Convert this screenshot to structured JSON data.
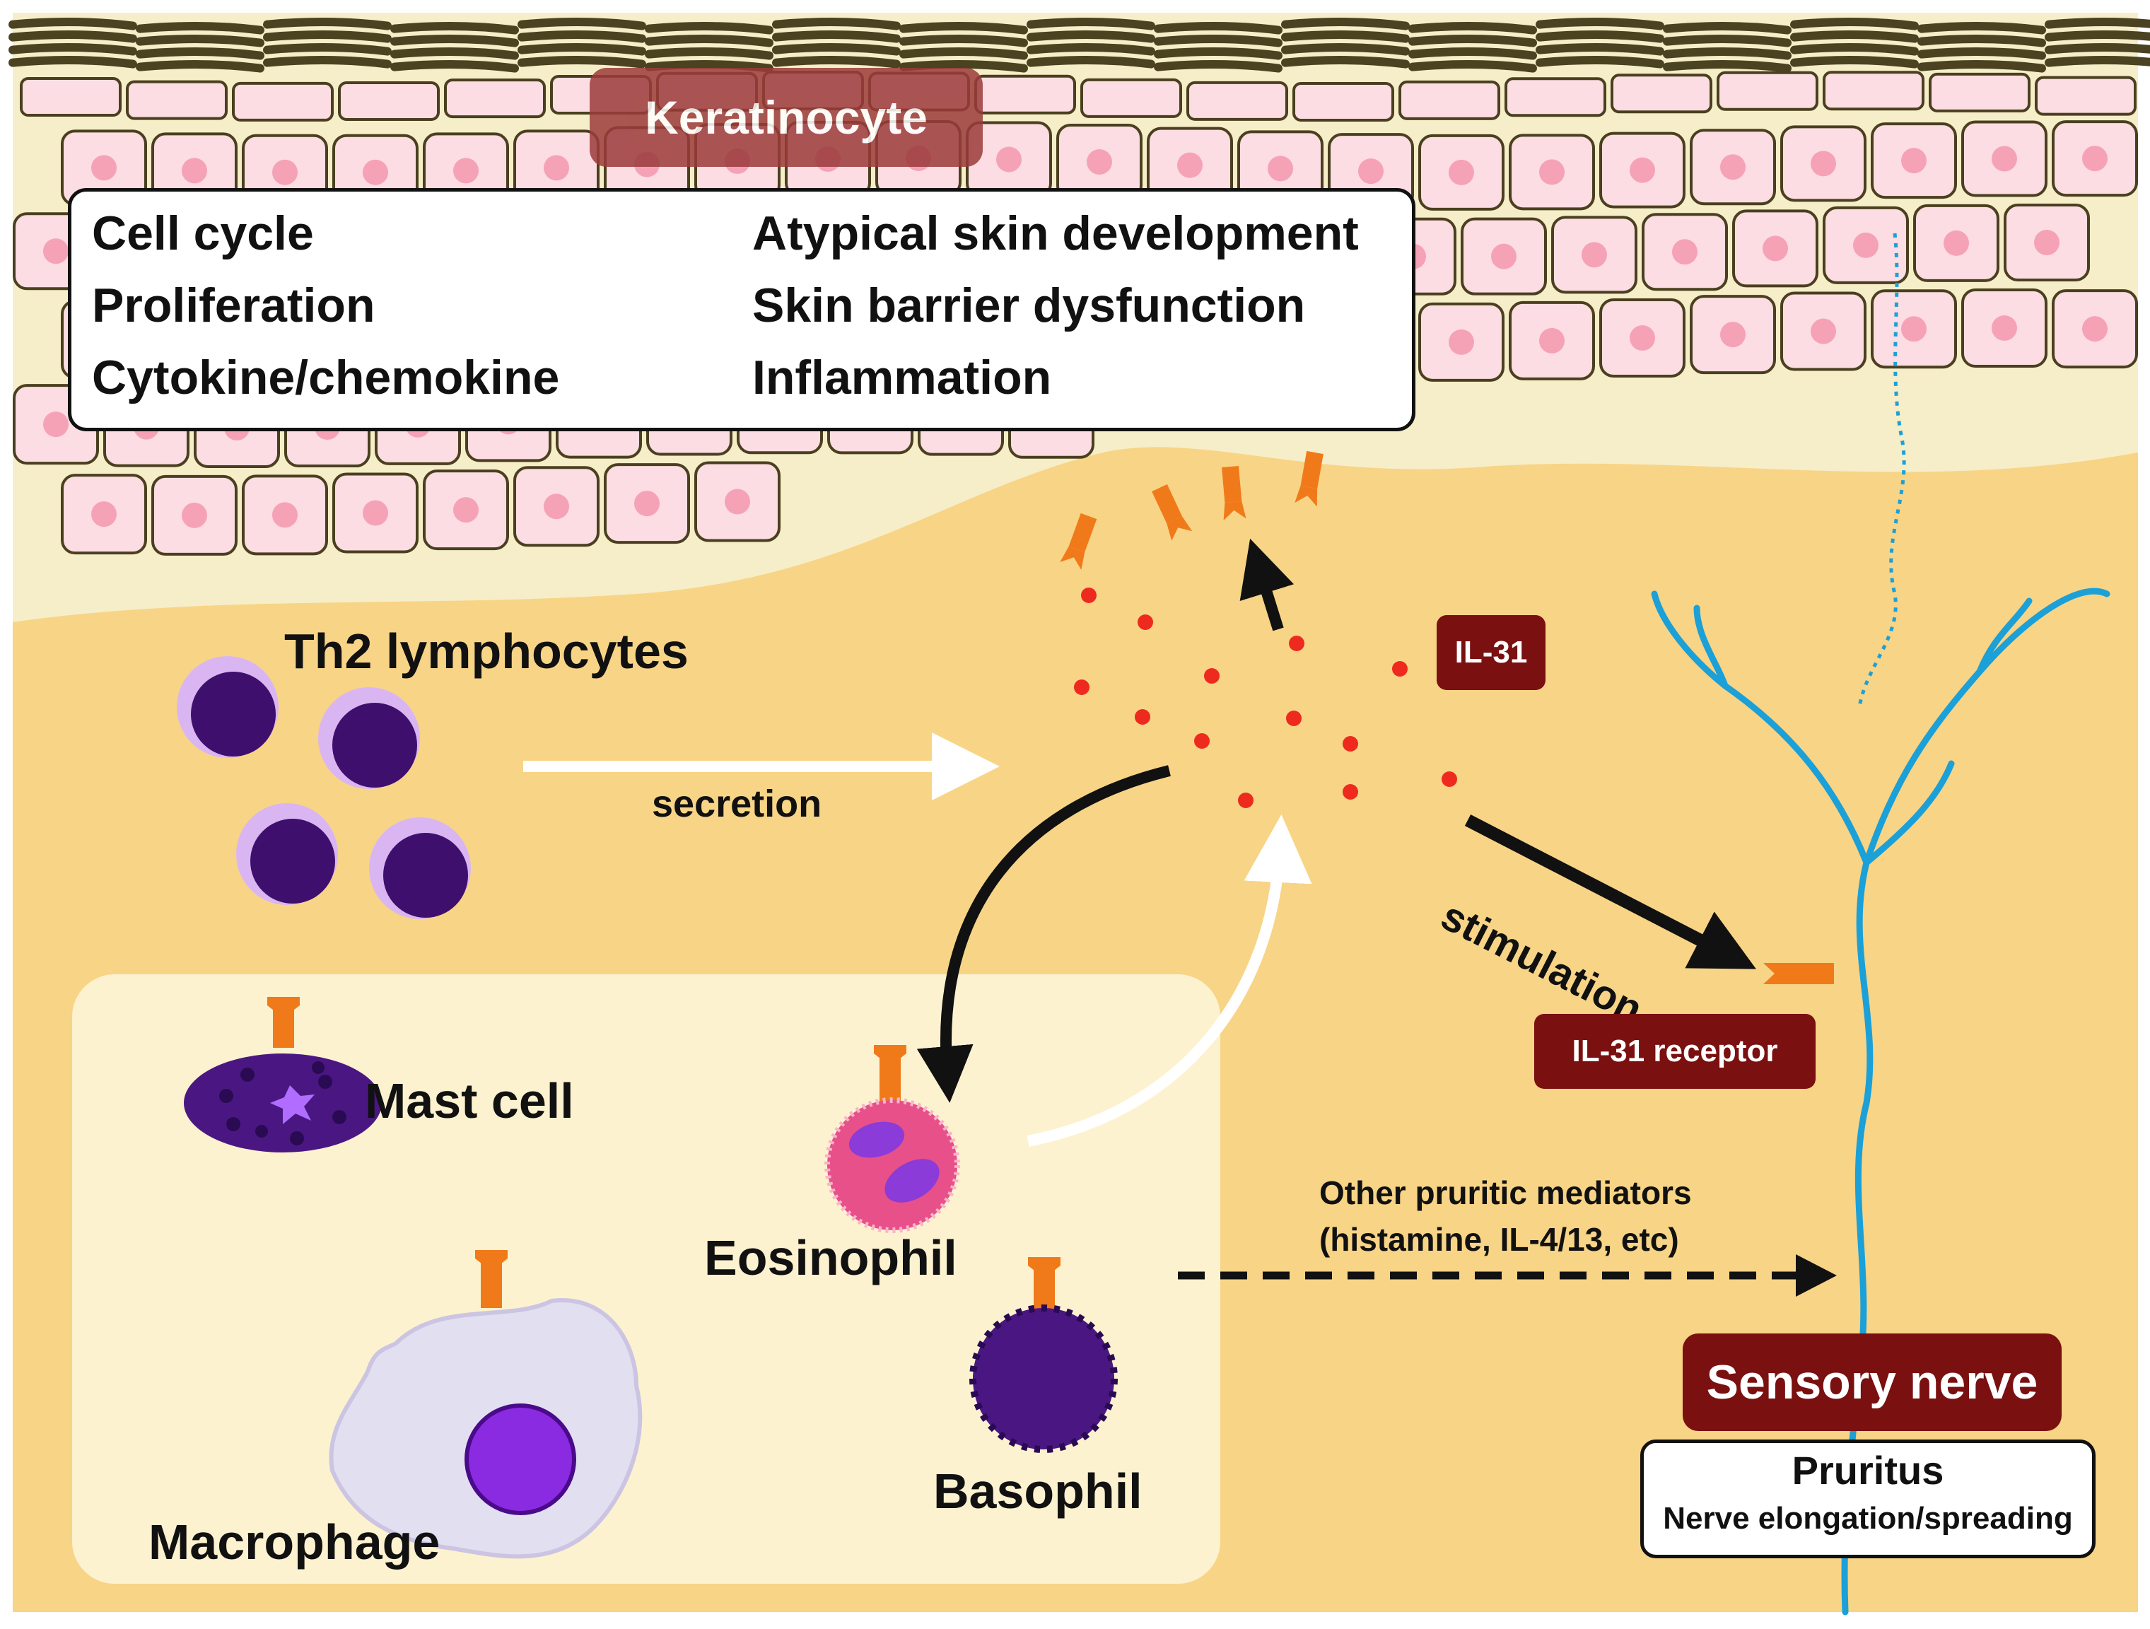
{
  "title_badge": "Keratinocyte",
  "effects_box": {
    "causes": [
      "Cell cycle",
      "Proliferation",
      "Cytokine/chemokine"
    ],
    "outcomes": [
      "Atypical skin development",
      "Skin barrier dysfunction",
      "Inflammation"
    ]
  },
  "labels": {
    "th2": "Th2 lymphocytes",
    "secretion": "secretion",
    "il31": "IL-31",
    "stimulation": "stimulation",
    "il31_receptor": "IL-31 receptor",
    "mast_cell": "Mast cell",
    "eosinophil": "Eosinophil",
    "macrophage": "Macrophage",
    "basophil": "Basophil",
    "other_mediators_line1": "Other pruritic mediators",
    "other_mediators_line2": "(histamine, IL-4/13, etc)",
    "sensory_nerve": "Sensory nerve",
    "pruritus": "Pruritus",
    "nerve_elongation": "Nerve elongation/spreading"
  },
  "colors": {
    "dermis": "#f8d486",
    "epidermis_border": "#f7ecc4",
    "cell_fill": "#fbdde3",
    "nucleus": "#f6a2b6",
    "badge": "#7a1010",
    "nerve": "#1ba0d8",
    "receptor": "#f07a1a",
    "il31_dot": "#ee2a1e",
    "lymphocyte": "#3f0f6e"
  }
}
